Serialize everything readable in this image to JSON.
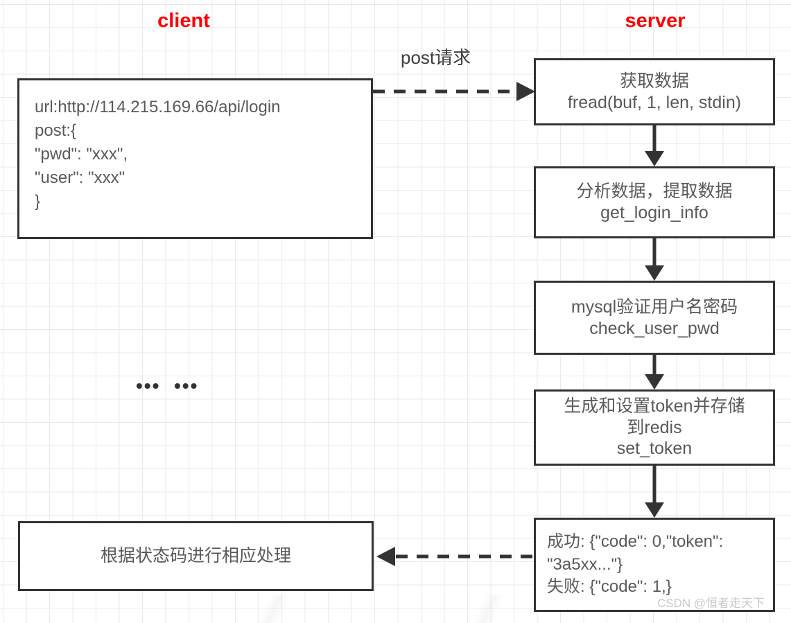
{
  "titles": {
    "client": "client",
    "server": "server",
    "client_color": "#ff0000",
    "server_color": "#ff0000"
  },
  "client": {
    "request_box": {
      "lines": [
        "url:http://114.215.169.66/api/login",
        "post:{",
        "\"pwd\": \"xxx\",",
        "\"user\": \"xxx\"",
        "}"
      ]
    },
    "ellipsis": "•••  •••",
    "result_box": {
      "lines": [
        "根据状态码进行相应处理"
      ]
    }
  },
  "connectors": {
    "request_label": "post请求",
    "request_style": "dashed-arrow-right",
    "response_style": "dashed-arrow-left",
    "flow_style": "solid-arrow-down",
    "line_color": "#333333"
  },
  "server": {
    "steps": [
      {
        "lines": [
          "获取数据",
          "fread(buf, 1, len, stdin)"
        ]
      },
      {
        "lines": [
          "分析数据，提取数据",
          "get_login_info"
        ]
      },
      {
        "lines": [
          "mysql验证用户名密码",
          "check_user_pwd"
        ]
      },
      {
        "lines": [
          "生成和设置token并存储",
          "到redis",
          "set_token"
        ]
      },
      {
        "lines": [
          "成功: {\"code\": 0,\"token\":",
          "\"3a5xx...\"}",
          "失败: {\"code\": 1,}"
        ]
      }
    ]
  },
  "watermark": "CSDN @恒者走天下",
  "colors": {
    "box_border": "#333333",
    "box_text": "#595959",
    "background": "#ffffff",
    "grid": "#eaeaea",
    "accent_red": "#ff0000",
    "watermark": "#c9c9c9"
  }
}
